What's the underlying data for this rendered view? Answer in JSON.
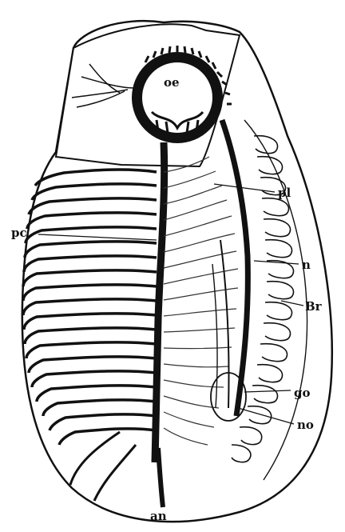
{
  "labels": {
    "oe": "oe",
    "pl": "pl",
    "pc": "pc",
    "n": "n",
    "br": "Br",
    "go": "go",
    "no": "no",
    "an": "an"
  },
  "colors": {
    "ink": "#111111",
    "paper": "#ffffff"
  }
}
